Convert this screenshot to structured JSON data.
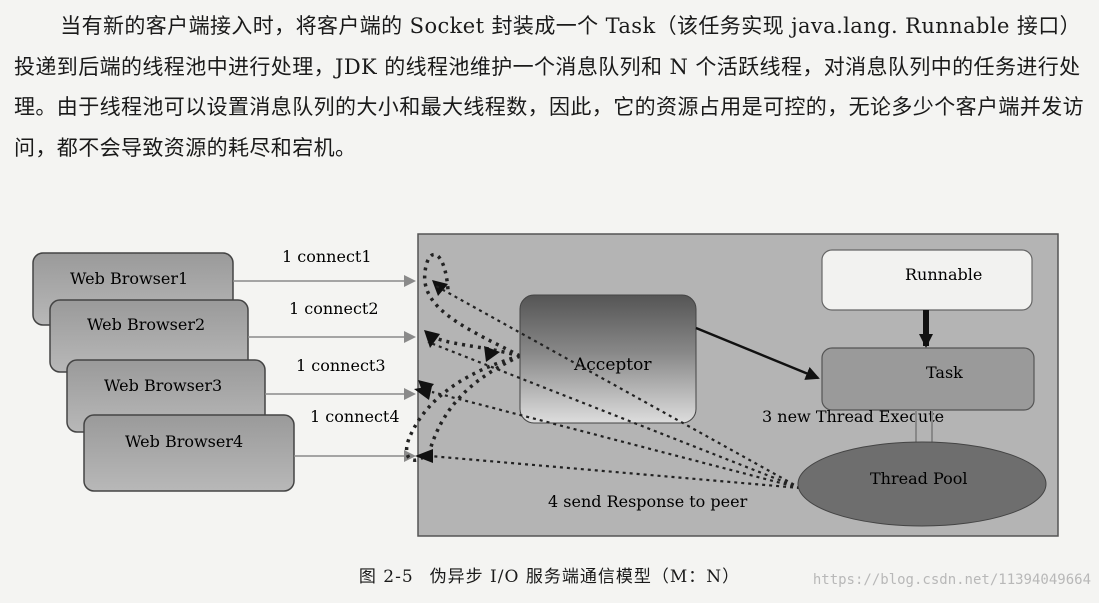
{
  "paragraph": "当有新的客户端接入时，将客户端的 Socket 封装成一个 Task（该任务实现 java.lang. Runnable 接口）投递到后端的线程池中进行处理，JDK 的线程池维护一个消息队列和 N 个活跃线程，对消息队列中的任务进行处理。由于线程池可以设置消息队列的大小和最大线程数，因此，它的资源占用是可控的，无论多少个客户端并发访问，都不会导致资源的耗尽和宕机。",
  "diagram": {
    "browsers": [
      "Web Browser1",
      "Web Browser2",
      "Web Browser3",
      "Web Browser4"
    ],
    "connects": [
      "1 connect1",
      "1 connect2",
      "1 connect3",
      "1 connect4"
    ],
    "acceptor": "Acceptor",
    "runnable": "Runnable",
    "task": "Task",
    "new_thread": "3 new Thread Execute",
    "thread_pool": "Thread Pool",
    "send_response": "4 send Response to peer"
  },
  "caption": {
    "number": "图 2-5",
    "text": "伪异步 I/O 服务端通信模型（M：N）"
  },
  "watermark": "https://blog.csdn.net/11394049664"
}
